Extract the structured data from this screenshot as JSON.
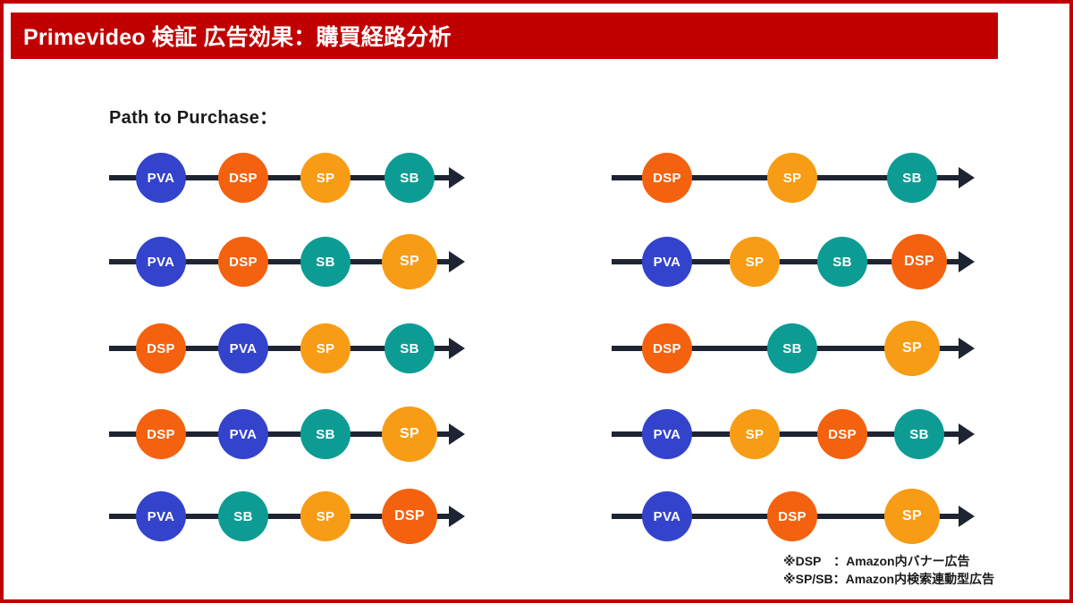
{
  "slide": {
    "border_color": "#C00000",
    "background": "#ffffff"
  },
  "header": {
    "title": "Primevideo 検証 広告効果：購買経路分析",
    "bar_color": "#C00000",
    "text_color": "#ffffff"
  },
  "section": {
    "label": "Path to Purchase："
  },
  "legend_colors": {
    "PVA": "#3343CC",
    "DSP": "#F4610F",
    "SP": "#F89C15",
    "SB": "#0D9C94",
    "arrow": "#1F2433"
  },
  "paths": {
    "left": [
      {
        "id": "left-row-1",
        "steps": [
          "PVA",
          "DSP",
          "SP",
          "SB"
        ]
      },
      {
        "id": "left-row-2",
        "steps": [
          "PVA",
          "DSP",
          "SB",
          "SP"
        ]
      },
      {
        "id": "left-row-3",
        "steps": [
          "DSP",
          "PVA",
          "SP",
          "SB"
        ]
      },
      {
        "id": "left-row-4",
        "steps": [
          "DSP",
          "PVA",
          "SB",
          "SP"
        ]
      },
      {
        "id": "left-row-5",
        "steps": [
          "PVA",
          "SB",
          "SP",
          "DSP"
        ]
      }
    ],
    "right": [
      {
        "id": "right-row-1",
        "steps": [
          "DSP",
          "SP",
          "SB"
        ]
      },
      {
        "id": "right-row-2",
        "steps": [
          "PVA",
          "SP",
          "SB",
          "DSP"
        ]
      },
      {
        "id": "right-row-3",
        "steps": [
          "DSP",
          "SB",
          "SP"
        ]
      },
      {
        "id": "right-row-4",
        "steps": [
          "PVA",
          "SP",
          "DSP",
          "SB"
        ]
      },
      {
        "id": "right-row-5",
        "steps": [
          "PVA",
          "DSP",
          "SP"
        ]
      }
    ]
  },
  "footnotes": [
    "※DSP　：Amazon内バナー広告",
    "※SP/SB：Amazon内検索連動型広告"
  ]
}
